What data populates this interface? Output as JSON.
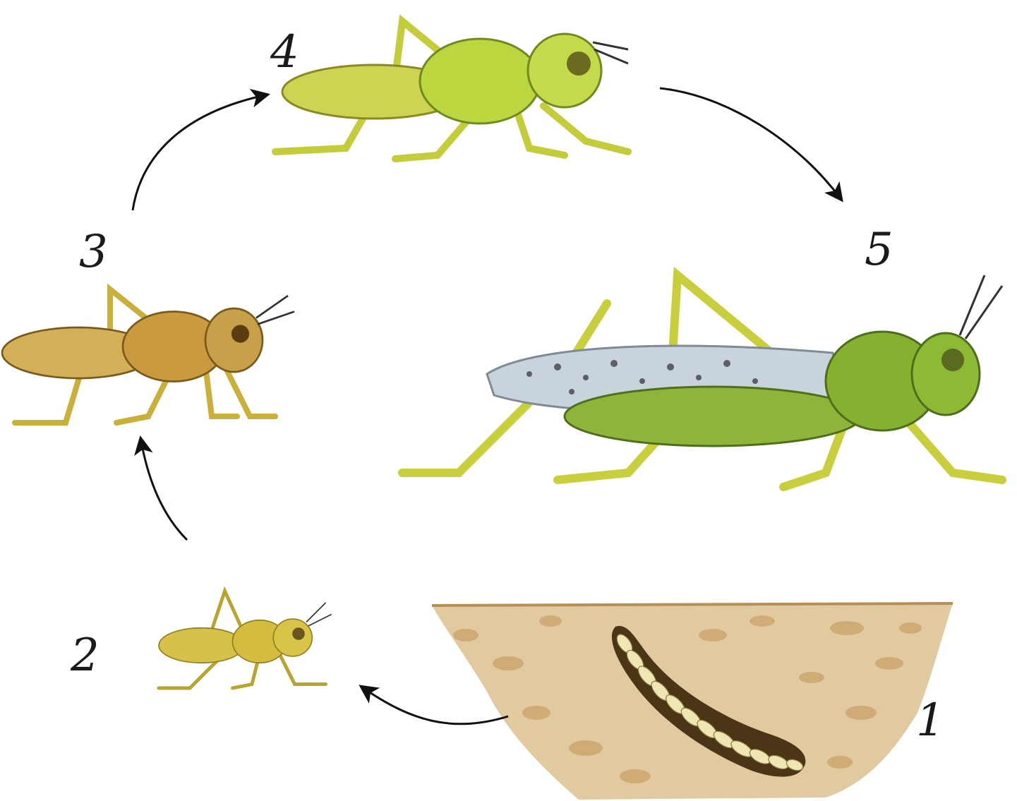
{
  "diagram": {
    "stages": [
      {
        "number": "1",
        "subject": "egg-pod"
      },
      {
        "number": "2",
        "subject": "nymph"
      },
      {
        "number": "3",
        "subject": "nymph"
      },
      {
        "number": "4",
        "subject": "nymph"
      },
      {
        "number": "5",
        "subject": "adult"
      }
    ],
    "colors": {
      "soil": "#d9b98a",
      "soil_dark": "#c49a5e",
      "egg_pod": "#4a3516",
      "egg": "#efe6b4",
      "nymph_small": "#cdbd3e",
      "nymph_brown": "#c79a3e",
      "nymph_green": "#b9d24a",
      "adult_body": "#8fb43a",
      "adult_wing": "#c9d3dc",
      "leg": "#c9cf3c",
      "arrow": "#111111"
    }
  }
}
